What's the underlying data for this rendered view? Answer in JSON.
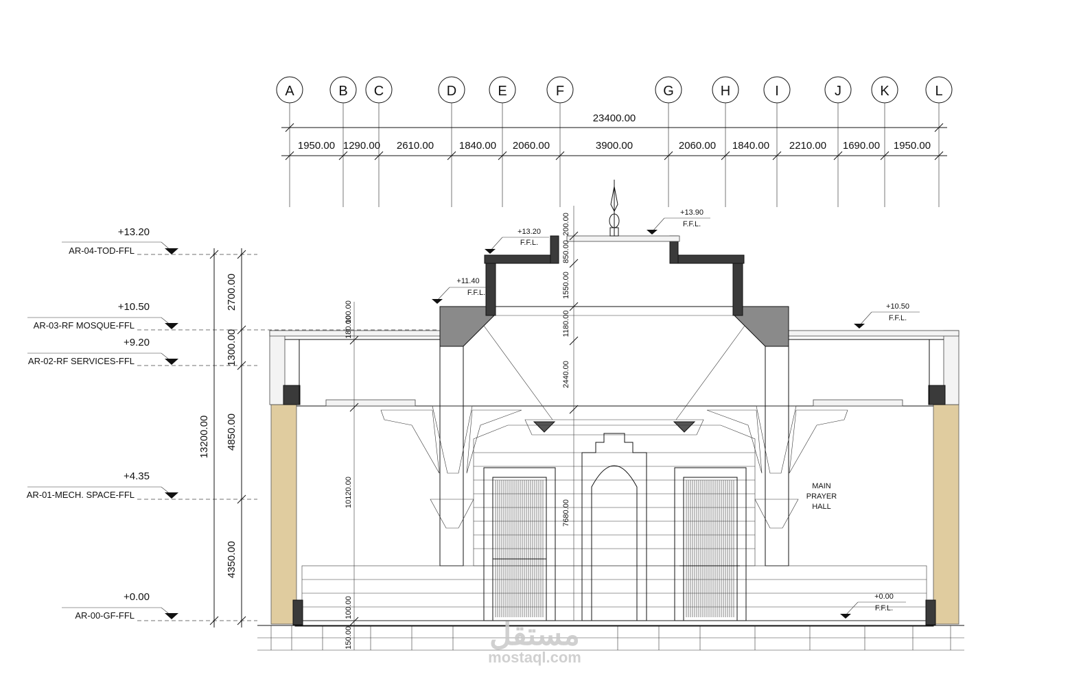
{
  "grid": {
    "labels": [
      "A",
      "B",
      "C",
      "D",
      "E",
      "F",
      "G",
      "H",
      "I",
      "J",
      "K",
      "L"
    ],
    "overall_dimension": "23400.00",
    "bay_dimensions": [
      "1950.00",
      "1290.00",
      "2610.00",
      "1840.00",
      "2060.00",
      "3900.00",
      "2060.00",
      "1840.00",
      "2210.00",
      "1690.00",
      "1950.00"
    ]
  },
  "levels": [
    {
      "value": "+13.20",
      "name": "AR-04-TOD-FFL"
    },
    {
      "value": "+10.50",
      "name": "AR-03-RF MOSQUE-FFL"
    },
    {
      "value": "+9.20",
      "name": "AR-02-RF SERVICES-FFL"
    },
    {
      "value": "+4.35",
      "name": "AR-01-MECH. SPACE-FFL"
    },
    {
      "value": "+0.00",
      "name": "AR-00-GF-FFL"
    }
  ],
  "vertical_dimensions": {
    "overall": "13200.00",
    "segments": [
      "2700.00",
      "1300.00",
      "4850.00",
      "4350.00"
    ]
  },
  "interior_dimensions": {
    "center": [
      "200.00",
      "850.00",
      "1550.00",
      "1180.00",
      "2440.00",
      "7680.00"
    ],
    "left": [
      "180.00",
      "100.00",
      "10120.00",
      "100.00",
      "150.00"
    ]
  },
  "spot_levels": [
    {
      "value": "+13.90",
      "label": "F.F.L."
    },
    {
      "value": "+13.20",
      "label": "F.F.L."
    },
    {
      "value": "+11.40",
      "label": "F.F.L."
    },
    {
      "value": "+10.50",
      "label": "F.F.L."
    },
    {
      "value": "+0.00",
      "label": "F.F.L."
    }
  ],
  "room_label": [
    "MAIN",
    "PRAYER",
    "HALL"
  ],
  "watermark": {
    "logo": "مستقل",
    "site": "mostaql.com"
  },
  "colors": {
    "wall_fill": "#e0cc9f",
    "structure_dark": "#3a3a3a",
    "beam_grey": "#8a8a8a",
    "line": "#111111"
  }
}
